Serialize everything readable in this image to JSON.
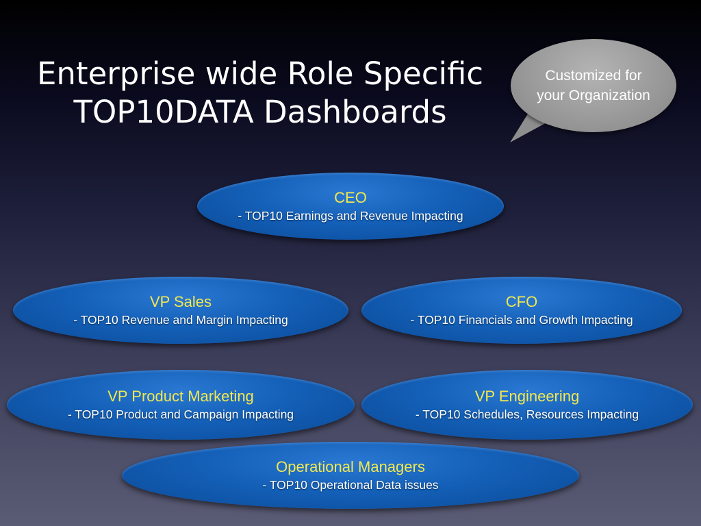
{
  "title": {
    "line1": "Enterprise wide Role Specific",
    "line2": "TOP10DATA Dashboards"
  },
  "callout": {
    "line1": "Customized for",
    "line2": "your Organization"
  },
  "roles": {
    "ceo": {
      "name": "CEO",
      "desc": "- TOP10 Earnings and Revenue Impacting"
    },
    "vp_sales": {
      "name": "VP Sales",
      "desc": "- TOP10 Revenue and Margin Impacting"
    },
    "cfo": {
      "name": "CFO",
      "desc": "- TOP10 Financials and Growth Impacting"
    },
    "vp_product_marketing": {
      "name": "VP Product Marketing",
      "desc": "- TOP10 Product and Campaign Impacting"
    },
    "vp_engineering": {
      "name": "VP Engineering",
      "desc": "- TOP10 Schedules, Resources Impacting"
    },
    "operational_managers": {
      "name": "Operational Managers",
      "desc": "- TOP10 Operational Data issues"
    }
  },
  "colors": {
    "role_name": "#f2e84e",
    "oval_fill": "#1460b8",
    "callout_fill": "#9a9a9a"
  }
}
